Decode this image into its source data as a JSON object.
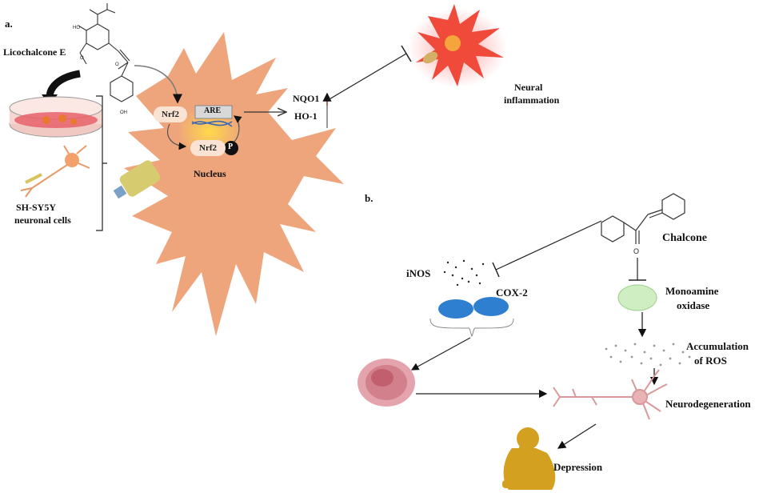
{
  "panels": {
    "a": "a.",
    "b": "b."
  },
  "panel_a": {
    "compound": "Licochalcone E",
    "cells_line1": "SH-SY5Y",
    "cells_line2": "neuronal cells",
    "nrf2_top": "Nrf2",
    "nrf2_bottom": "Nrf2",
    "are": "ARE",
    "phospho": "P",
    "nucleus": "Nucleus",
    "nqo1": "NQO1",
    "ho1": "HO-1",
    "outcome_line1": "Neural",
    "outcome_line2": "inflammation",
    "structure_oh_top": "HO",
    "structure_oh_bottom": "OH",
    "structure_o": "O",
    "structure_o2": "O"
  },
  "panel_b": {
    "chalcone": "Chalcone",
    "chalcone_o": "O",
    "inos": "iNOS",
    "cox2": "COX-2",
    "mao_line1": "Monoamine",
    "mao_line2": "oxidase",
    "ros_line1": "Accumulation",
    "ros_line2": "of ROS",
    "neurodegeneration": "Neurodegeneration",
    "depression": "Depression"
  },
  "colors": {
    "astrocyte": "#eea57c",
    "microglia_red": "#f04a3a",
    "microglia_glow": "#ff9090",
    "enzyme_blue": "#2f7fd0",
    "mao_green": "#cfeec2",
    "neuron_pink": "#d9989a",
    "person_gold": "#d4a020",
    "dish_red": "#e8606a"
  }
}
